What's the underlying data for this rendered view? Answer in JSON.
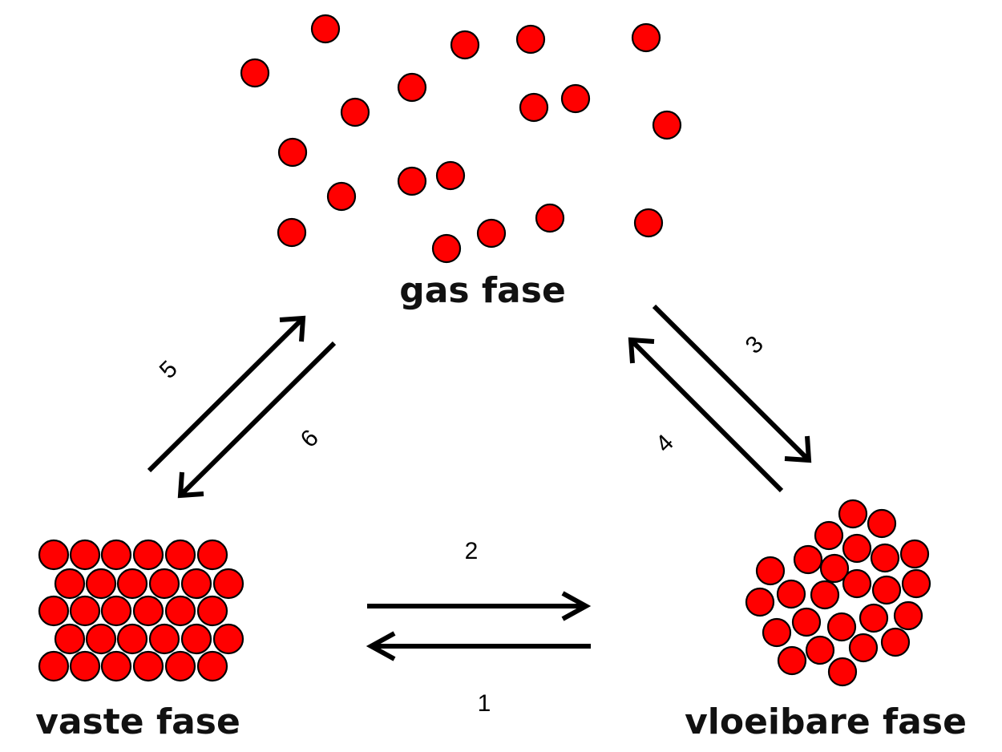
{
  "labels": {
    "gas": "gas fase",
    "solid": "vaste fase",
    "liquid": "vloeibare fase"
  },
  "transitions": {
    "t1": "1",
    "t2": "2",
    "t3": "3",
    "t4": "4",
    "t5": "5",
    "t6": "6"
  },
  "colors": {
    "particle_fill": "#ff0000",
    "particle_outline": "#000000",
    "arrow": "#000000",
    "label": "#111111"
  }
}
